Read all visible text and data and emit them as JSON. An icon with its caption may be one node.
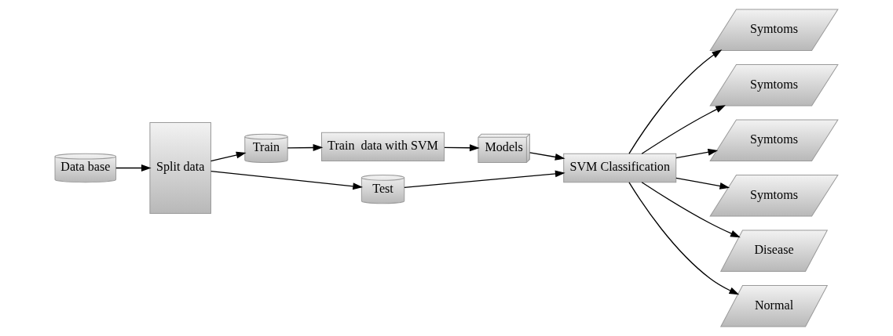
{
  "diagram": {
    "nodes": [
      {
        "text": [
          "Data base"
        ]
      },
      {
        "text": [
          "Split data"
        ]
      },
      {
        "text": [
          "Train"
        ]
      },
      {
        "text": [
          "Test"
        ]
      },
      {
        "text": [
          "Train  data with SVM"
        ]
      },
      {
        "text": [
          "Models"
        ]
      },
      {
        "text": [
          "SVM Classification"
        ]
      },
      {
        "text": [
          "Symtoms"
        ]
      },
      {
        "text": [
          "Symtoms"
        ]
      },
      {
        "text": [
          "Symtoms"
        ]
      },
      {
        "text": [
          "Symtoms"
        ]
      },
      {
        "text": [
          "Disease"
        ]
      },
      {
        "text": [
          "Normal"
        ]
      }
    ],
    "edges": [
      {
        "from": 0,
        "to": 1,
        "arrow": "to"
      },
      {
        "from": 1,
        "to": 2,
        "arrow": "to"
      },
      {
        "from": 1,
        "to": 3,
        "arrow": "to"
      },
      {
        "from": 2,
        "to": 4,
        "arrow": "to"
      },
      {
        "from": 4,
        "to": 5,
        "arrow": "to"
      },
      {
        "from": 3,
        "to": 6,
        "arrow": "to"
      },
      {
        "from": 5,
        "to": 6,
        "arrow": "to"
      },
      {
        "from": 6,
        "to": 7,
        "arrow": "to"
      },
      {
        "from": 6,
        "to": 8,
        "arrow": "to"
      },
      {
        "from": 6,
        "to": 9,
        "arrow": "to"
      },
      {
        "from": 6,
        "to": 10,
        "arrow": "to"
      },
      {
        "from": 6,
        "to": 11,
        "arrow": "to"
      },
      {
        "from": 6,
        "to": 12,
        "arrow": "to"
      }
    ]
  }
}
